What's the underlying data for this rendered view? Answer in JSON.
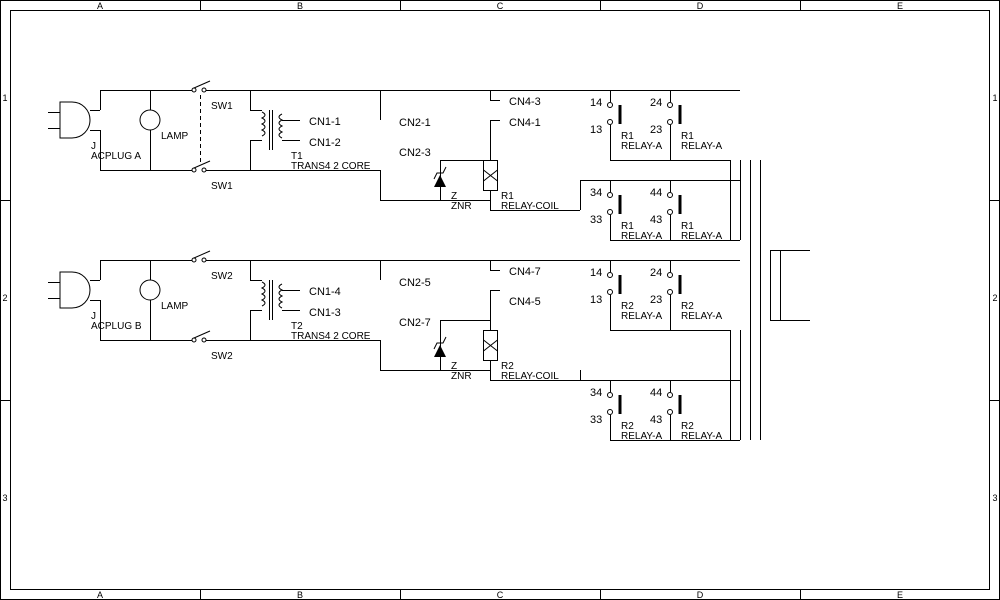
{
  "zones": {
    "columns": [
      "A",
      "B",
      "C",
      "D",
      "E"
    ],
    "rows": [
      "1",
      "2",
      "3"
    ]
  },
  "circuits": [
    {
      "plug_ref": "J",
      "plug_name": "ACPLUG A",
      "lamp": "LAMP",
      "switch_top": "SW1",
      "switch_bottom": "SW1",
      "cn1_top": "CN1-1",
      "cn1_bottom": "CN1-2",
      "trans_ref": "T1",
      "trans_name": "TRANS4 2 CORE",
      "cn2_top": "CN2-1",
      "cn2_bottom": "CN2-3",
      "zener_ref": "Z",
      "zener_name": "ZNR",
      "cn4_top": "CN4-3",
      "cn4_bottom": "CN4-1",
      "coil_ref": "R1",
      "coil_name": "RELAY-COIL",
      "contacts": [
        {
          "pin_a": "14",
          "pin_b": "13",
          "ref": "R1",
          "name": "RELAY-A"
        },
        {
          "pin_a": "24",
          "pin_b": "23",
          "ref": "R1",
          "name": "RELAY-A"
        },
        {
          "pin_a": "34",
          "pin_b": "33",
          "ref": "R1",
          "name": "RELAY-A"
        },
        {
          "pin_a": "44",
          "pin_b": "43",
          "ref": "R1",
          "name": "RELAY-A"
        }
      ]
    },
    {
      "plug_ref": "J",
      "plug_name": "ACPLUG B",
      "lamp": "LAMP",
      "switch_top": "SW2",
      "switch_bottom": "SW2",
      "cn1_top": "CN1-4",
      "cn1_bottom": "CN1-3",
      "trans_ref": "T2",
      "trans_name": "TRANS4 2 CORE",
      "cn2_top": "CN2-5",
      "cn2_bottom": "CN2-7",
      "zener_ref": "Z",
      "zener_name": "ZNR",
      "cn4_top": "CN4-7",
      "cn4_bottom": "CN4-5",
      "coil_ref": "R2",
      "coil_name": "RELAY-COIL",
      "contacts": [
        {
          "pin_a": "14",
          "pin_b": "13",
          "ref": "R2",
          "name": "RELAY-A"
        },
        {
          "pin_a": "24",
          "pin_b": "23",
          "ref": "R2",
          "name": "RELAY-A"
        },
        {
          "pin_a": "34",
          "pin_b": "33",
          "ref": "R2",
          "name": "RELAY-A"
        },
        {
          "pin_a": "44",
          "pin_b": "43",
          "ref": "R2",
          "name": "RELAY-A"
        }
      ]
    }
  ]
}
